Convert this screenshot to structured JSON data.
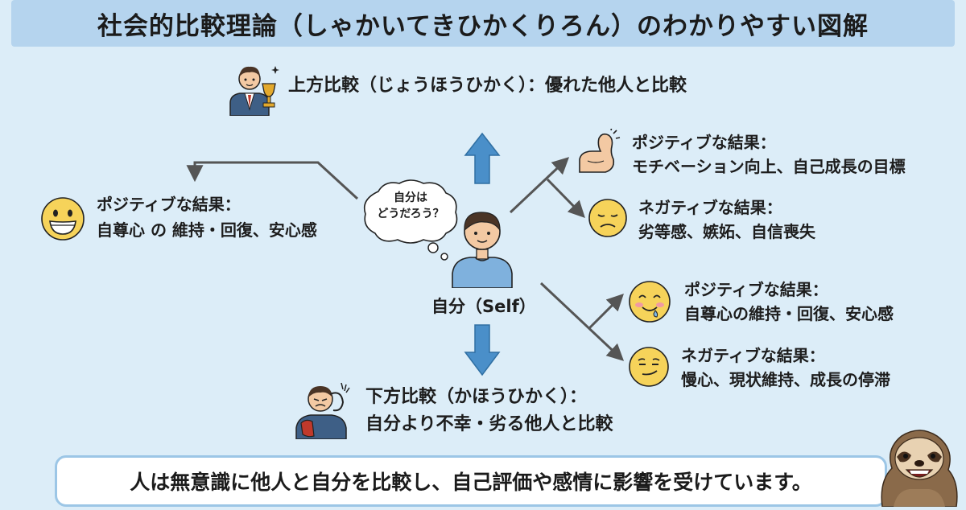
{
  "title": "社会的比較理論（しゃかいてきひかくりろん）のわかりやすい図解",
  "self": {
    "label": "自分（Self）",
    "thought_line1": "自分は",
    "thought_line2": "どうだろう？"
  },
  "upward": {
    "label": "上方比較（じょうほうひかく）：優れた他人と比較",
    "positive_title": "ポジティブな結果：",
    "positive_text": "モチベーション向上、自己成長の目標",
    "negative_title": "ネガティブな結果：",
    "negative_text": "劣等感、嫉妬、自信喪失"
  },
  "left": {
    "title": "ポジティブな結果：",
    "text": "自尊心 の 維持・回復、安心感"
  },
  "downward": {
    "label_line1": "下方比較（かほうひかく）：",
    "label_line2": "自分より不幸・劣る他人と比較",
    "positive_title": "ポジティブな結果：",
    "positive_text": "自尊心の維持・回復、安心感",
    "negative_title": "ネガティブな結果：",
    "negative_text": "慢心、現状維持、成長の停滞"
  },
  "summary": "人は無意識に他人と自分を比較し、自己評価や感情に影響を受けています。",
  "icons": {
    "upward_person": "businessman-trophy-icon",
    "downward_person": "stressed-person-icon",
    "self_person": "person-icon",
    "muscle": "flexed-arm-icon",
    "sad": "sad-face-icon",
    "grin": "grinning-face-icon",
    "smile": "smiling-face-icon",
    "smirk": "smirking-face-icon",
    "sloth": "sloth-mascot-icon"
  },
  "colors": {
    "background": "#dcedf8",
    "title_bar": "#b5d4ee",
    "arrow_blue": "#4a8fc9",
    "line_gray": "#555555",
    "face_yellow": "#f6d35a",
    "border_blue": "#9cc6e6"
  }
}
